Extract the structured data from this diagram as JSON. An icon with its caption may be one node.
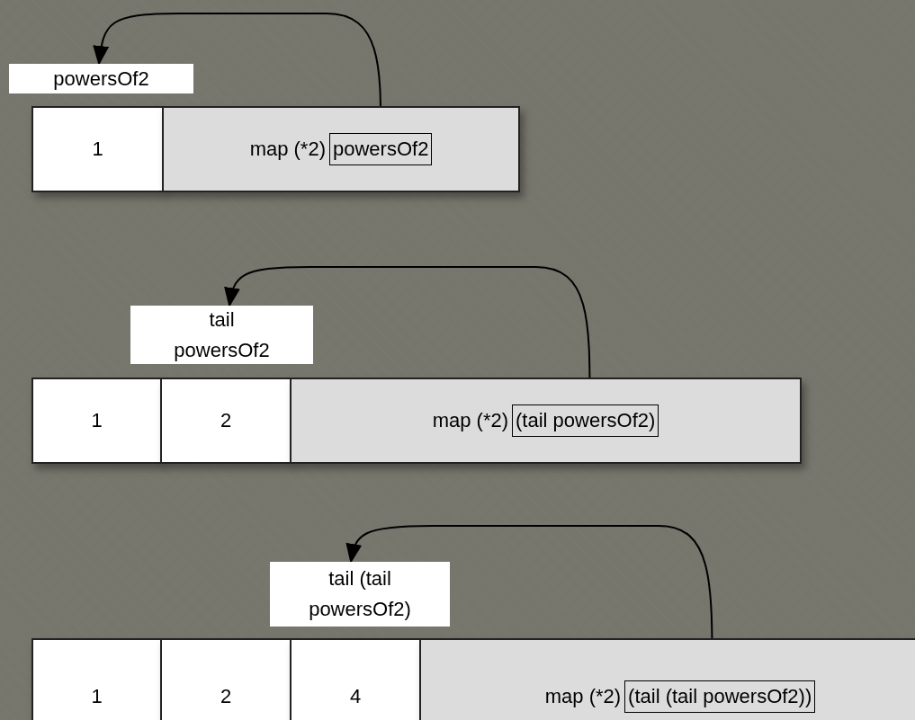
{
  "diagram": {
    "nodes": [
      {
        "text": [
          "powersOf2"
        ]
      },
      {
        "text": [
          "1"
        ]
      },
      {
        "text": [
          "map (*2)"
        ]
      },
      {
        "text": [
          "powersOf2"
        ],
        "in": 2
      },
      {
        "text": [
          "tail powersOf2"
        ]
      },
      {
        "text": [
          "1"
        ]
      },
      {
        "text": [
          "2"
        ]
      },
      {
        "text": [
          "map (*2)"
        ]
      },
      {
        "text": [
          "(tail powersOf2)"
        ],
        "in": 7
      },
      {
        "text": [
          "tail (tail powersOf2)"
        ]
      },
      {
        "text": [
          "1"
        ]
      },
      {
        "text": [
          "2"
        ]
      },
      {
        "text": [
          "4"
        ]
      },
      {
        "text": [
          "map (*2)"
        ]
      },
      {
        "text": [
          "(tail (tail powersOf2))"
        ],
        "in": 13
      }
    ],
    "edges": [
      {
        "from": 3,
        "to": 0,
        "arrow": "to"
      },
      {
        "from": 8,
        "to": 4,
        "arrow": "to"
      },
      {
        "from": 14,
        "to": 9,
        "arrow": "to"
      }
    ]
  }
}
